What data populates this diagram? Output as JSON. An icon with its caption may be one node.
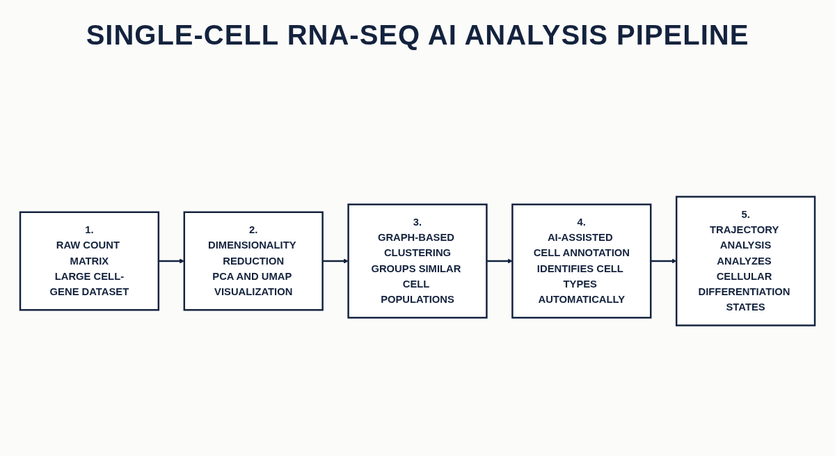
{
  "diagram": {
    "title": "SINGLE-CELL RNA-SEQ AI ANALYSIS PIPELINE",
    "nodes": [
      {
        "text": [
          "1.",
          "RAW COUNT MATRIX",
          "LARGE CELL-GENE DATASET"
        ]
      },
      {
        "text": [
          "2.",
          "DIMENSIONALITY REDUCTION",
          "PCA AND UMAP VISUALIZATION"
        ]
      },
      {
        "text": [
          "3.",
          "GRAPH-BASED CLUSTERING",
          "GROUPS SIMILAR CELL POPULATIONS"
        ]
      },
      {
        "text": [
          "4.",
          "AI-ASSISTED CELL ANNOTATION",
          "IDENTIFIES CELL TYPES AUTOMATICALLY"
        ]
      },
      {
        "text": [
          "5.",
          "TRAJECTORY ANALYSIS",
          "ANALYZES CELLULAR DIFFERENTIATION STATES"
        ]
      }
    ],
    "edges": [
      {
        "from": 0,
        "to": 1,
        "arrow": "to"
      },
      {
        "from": 1,
        "to": 2,
        "arrow": "to"
      },
      {
        "from": 2,
        "to": 3,
        "arrow": "to"
      },
      {
        "from": 3,
        "to": 4,
        "arrow": "to"
      }
    ]
  }
}
